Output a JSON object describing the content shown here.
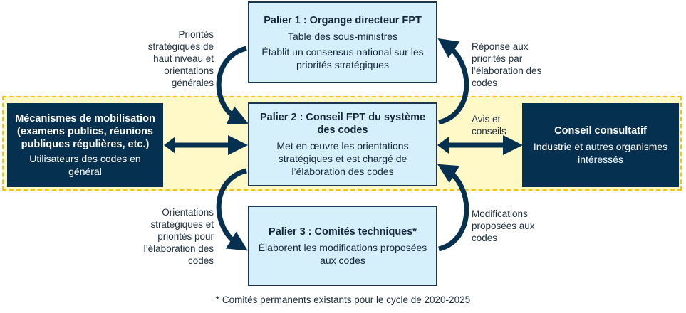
{
  "tier1": {
    "title": "Palier 1 : Organge directeur FPT",
    "line1": "Table des sous-ministres",
    "line2": "Établit un consensus national sur les priorités stratégiques"
  },
  "tier2": {
    "title": "Palier 2 : Conseil FPT du système des codes",
    "body": "Met en œuvre les orientations stratégiques et est chargé de l’élaboration des codes"
  },
  "tier3": {
    "title": "Palier 3 : Comités techniques*",
    "body": "Élaborent les modifications proposées aux codes"
  },
  "left_box": {
    "title": "Mécanismes de mobilisation (examens publics, réunions publiques régulières, etc.)",
    "body": "Utilisateurs des codes en général"
  },
  "right_box": {
    "title": "Conseil consultatif",
    "body": "Industrie et autres organismes intéressés"
  },
  "labels": {
    "top_left": "Priorités stratégiques de haut niveau et orientations générales",
    "top_right": "Réponse aux priorités par l’élaboration des codes",
    "middle_right": "Avis et conseils",
    "bottom_left": "Orientations stratégiques et priorités pour l’élaboration des codes",
    "bottom_right": "Modifications proposées aux codes"
  },
  "footnote": "* Comités permanents existants pour le cycle de 2020-2025",
  "colors": {
    "dark": "#06304f",
    "light": "#d5effb",
    "band": "#fff9c7",
    "band_border": "#f4c21a"
  }
}
